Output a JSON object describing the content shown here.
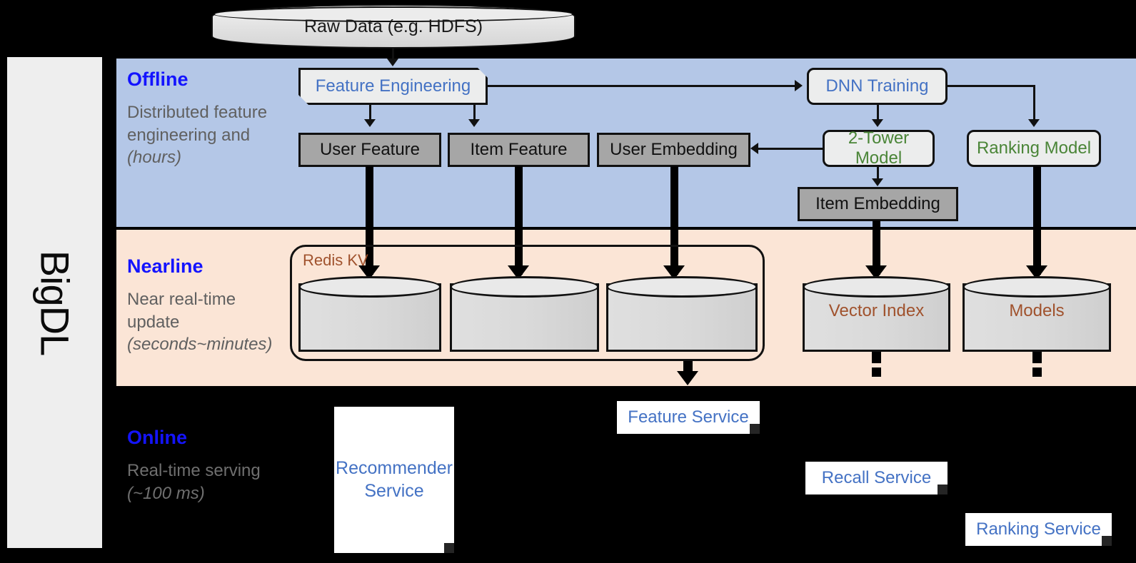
{
  "framework": {
    "name": "BigDL"
  },
  "bands": [
    {
      "id": "offline",
      "title": "Offline",
      "description": "Distributed feature engineering and ",
      "description_italic": "(hours)",
      "bg_color": "#b4c7e7",
      "title_color": "#1414ff"
    },
    {
      "id": "nearline",
      "title": "Nearline",
      "description": "Near real-time update ",
      "description_italic": "(seconds~minutes)",
      "bg_color": "#fbe5d6",
      "title_color": "#1414ff"
    },
    {
      "id": "online",
      "title": "Online",
      "description": "Real-time serving ",
      "description_italic": "(~100 ms)",
      "bg_color": "#000000",
      "title_color": "#1414ff"
    }
  ],
  "nodes": {
    "raw_data": {
      "label": "Raw Data (e.g. HDFS)",
      "shape": "cylinder-flat",
      "text_color": "#1a1a1a"
    },
    "feature_engineering": {
      "label": "Feature Engineering",
      "shape": "cut-corner-box",
      "text_color": "#4472c4"
    },
    "dnn_training": {
      "label": "DNN Training",
      "shape": "flag-box",
      "text_color": "#4472c4"
    },
    "user_feature": {
      "label": "User Feature",
      "shape": "gray-box",
      "text_color": "#111111"
    },
    "item_feature": {
      "label": "Item Feature",
      "shape": "gray-box",
      "text_color": "#111111"
    },
    "user_embedding": {
      "label": "User Embedding",
      "shape": "gray-box",
      "text_color": "#111111"
    },
    "item_embedding": {
      "label": "Item Embedding",
      "shape": "gray-box",
      "text_color": "#111111"
    },
    "two_tower_model": {
      "label": "2-Tower Model",
      "shape": "rounded-box",
      "text_color": "#4a8537"
    },
    "ranking_model": {
      "label": "Ranking Model",
      "shape": "rounded-box",
      "text_color": "#4a8537"
    },
    "redis_kv": {
      "label": "Redis KV",
      "shape": "rounded-container",
      "text_color": "#a0522d"
    },
    "kv_store_1": {
      "label": "",
      "shape": "cylinder"
    },
    "kv_store_2": {
      "label": "",
      "shape": "cylinder"
    },
    "kv_store_3": {
      "label": "",
      "shape": "cylinder"
    },
    "vector_index": {
      "label": "Vector Index",
      "shape": "cylinder",
      "text_color": "#a0522d"
    },
    "models": {
      "label": "Models",
      "shape": "cylinder",
      "text_color": "#a0522d"
    },
    "recommender_service": {
      "label": "Recommender Service",
      "shape": "document",
      "text_color": "#4472c4"
    },
    "feature_service": {
      "label": "Feature Service",
      "shape": "document",
      "text_color": "#4472c4"
    },
    "recall_service": {
      "label": "Recall Service",
      "shape": "document",
      "text_color": "#4472c4"
    },
    "ranking_service": {
      "label": "Ranking Service",
      "shape": "document",
      "text_color": "#4472c4"
    }
  },
  "colors": {
    "offline_bg": "#b4c7e7",
    "nearline_bg": "#fbe5d6",
    "online_bg": "#000000",
    "sidebar_bg": "#eeeeee",
    "gray_box": "#a6a6a6",
    "process_box": "#eceded",
    "accent_blue": "#4472c4",
    "accent_green": "#4a8537",
    "accent_brown": "#a0522d",
    "label_blue": "#1414ff",
    "desc_gray": "#606060"
  }
}
